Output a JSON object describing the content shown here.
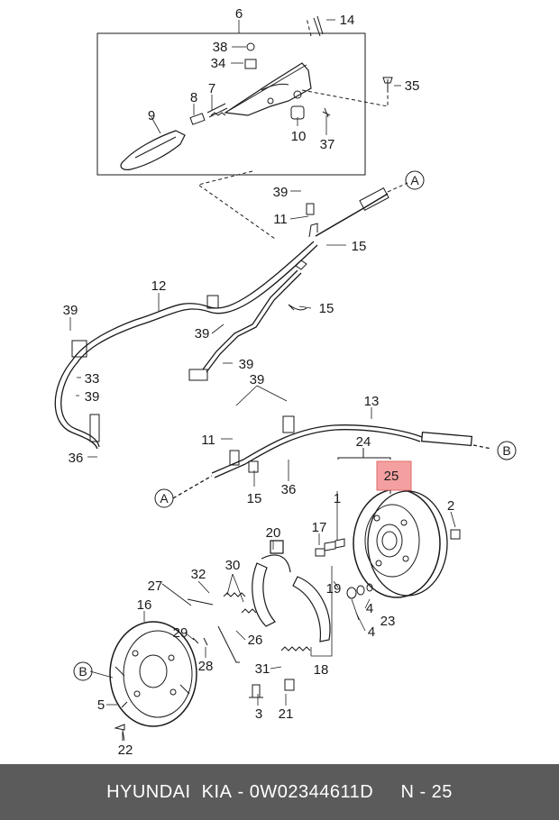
{
  "diagram": {
    "callouts": [
      "6",
      "14",
      "38",
      "34",
      "35",
      "8",
      "7",
      "9",
      "10",
      "37",
      "39",
      "11",
      "15",
      "12",
      "15",
      "39",
      "39",
      "39",
      "33",
      "39",
      "39",
      "11",
      "13",
      "36",
      "15",
      "36",
      "24",
      "25",
      "1",
      "17",
      "2",
      "20",
      "30",
      "32",
      "27",
      "16",
      "19",
      "4",
      "23",
      "4",
      "29",
      "26",
      "28",
      "18",
      "31",
      "5",
      "3",
      "21",
      "22"
    ],
    "circle_markers": [
      "A",
      "A",
      "B",
      "B"
    ],
    "highlighted_callout": "25",
    "highlight_color": "#f4a0a0"
  },
  "footer": {
    "brand": "HYUNDAI  KIA",
    "separator": " - ",
    "part_number": "0W02344611D",
    "gap": "     ",
    "ref": "N - 25"
  }
}
